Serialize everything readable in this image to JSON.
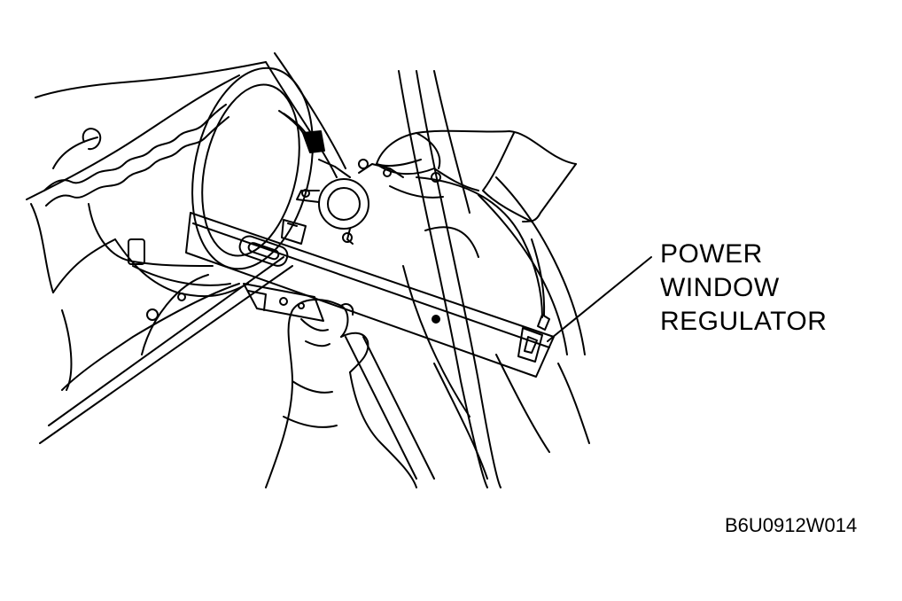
{
  "callout": {
    "lines": [
      "POWER",
      "WINDOW",
      "REGULATOR"
    ]
  },
  "figure_code": "B6U0912W014",
  "colors": {
    "ink": "#000000",
    "paper": "#ffffff"
  }
}
